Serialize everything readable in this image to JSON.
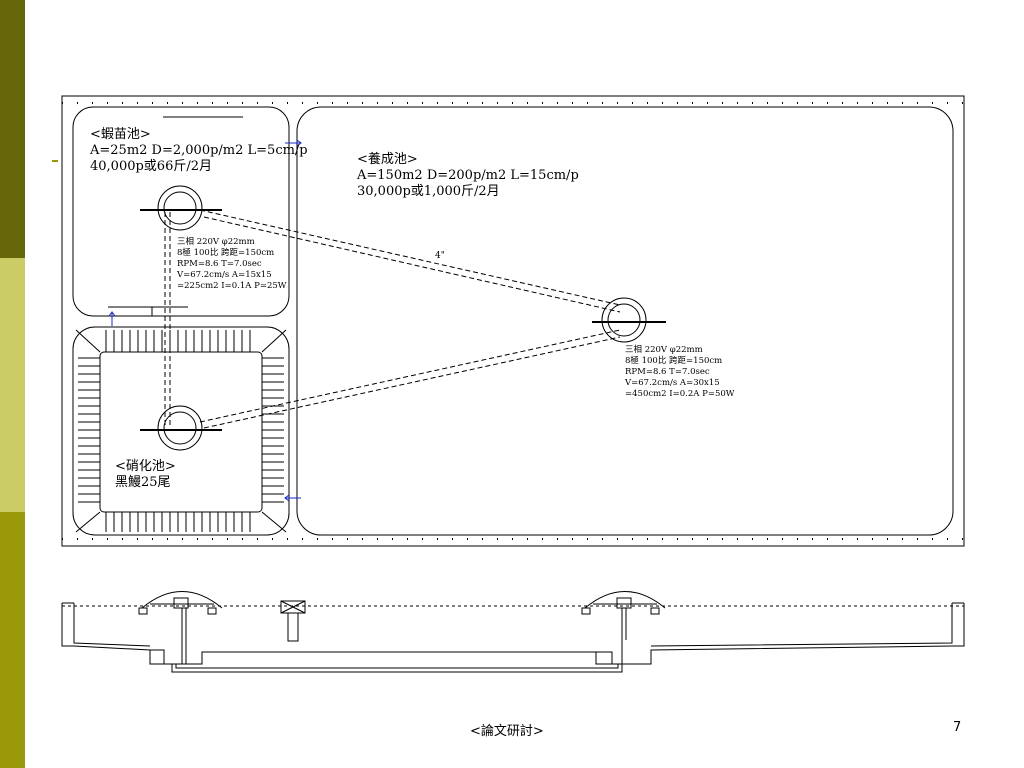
{
  "nursery_pond": {
    "title": "<蝦苗池>",
    "line1": "A=25m2 D=2,000p/m2 L=5cm/p",
    "line2": "40,000p或66斤/2月"
  },
  "grow_out_pond": {
    "title": "<養成池>",
    "line1": "A=150m2 D=200p/m2 L=15cm/p",
    "line2": "30,000p或1,000斤/2月"
  },
  "nitrification_pond": {
    "title": "<硝化池>",
    "line1": "黑鰻25尾"
  },
  "pipe_label": "4\"",
  "paddlewheel_small": {
    "lines": [
      "三相 220V φ22mm",
      "8極 100比 跨距=150cm",
      "RPM=8.6 T=7.0sec",
      "V=67.2cm/s A=15x15",
      "=225cm2 I=0.1A P=25W"
    ]
  },
  "paddlewheel_large": {
    "lines": [
      "三相 220V φ22mm",
      "8極 100比 跨距=150cm",
      "RPM=8.6 T=7.0sec",
      "V=67.2cm/s A=30x15",
      "=450cm2 I=0.2A P=50W"
    ]
  },
  "footer": {
    "title": "<論文研討>",
    "page_number": "7"
  }
}
